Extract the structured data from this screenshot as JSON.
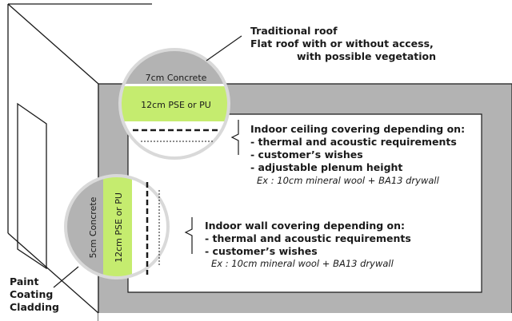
{
  "roof": {
    "title": "Traditional roof",
    "line2": "Flat roof with or without access,",
    "line3": "with possible vegetation"
  },
  "roof_layers": {
    "concrete": "7cm Concrete",
    "insulation": "12cm PSE or PU"
  },
  "wall_layers": {
    "concrete": "5cm Concrete",
    "insulation": "12cm PSE or PU"
  },
  "ceiling": {
    "title": "Indoor ceiling covering depending on:",
    "items": [
      "- thermal and acoustic requirements",
      "- customer’s wishes",
      "- adjustable plenum height"
    ],
    "example": "Ex : 10cm mineral wool + BA13 drywall"
  },
  "wall": {
    "title": "Indoor wall covering depending on:",
    "items": [
      "- thermal and acoustic requirements",
      "- customer’s wishes"
    ],
    "example": "Ex : 10cm mineral wool + BA13 drywall"
  },
  "exterior": {
    "lines": [
      "Paint",
      "Coating",
      "Cladding"
    ]
  },
  "colors": {
    "concrete": "#b3b3b3",
    "insulation": "#c5ec6f",
    "structure": "#b3b3b3",
    "outline": "#1a1a1a"
  }
}
